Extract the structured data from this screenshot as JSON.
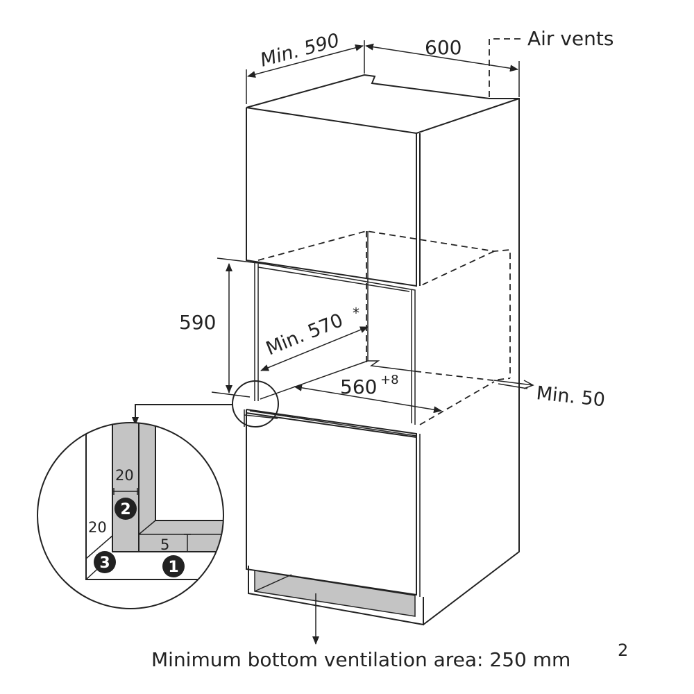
{
  "dimensions": {
    "min_depth": "Min. 590",
    "width": "600",
    "air_vents": "Air vents",
    "niche_height": "590",
    "min_niche_depth": "Min. 570",
    "min_niche_depth_note": "*",
    "niche_width": "560",
    "niche_width_tolerance": "+8",
    "min_gap": "Min. 50"
  },
  "detail": {
    "dim_a": "20",
    "dim_b": "20",
    "dim_c": "5",
    "marker_1": "1",
    "marker_2": "2",
    "marker_3": "3"
  },
  "footer": {
    "ventilation_text": "Minimum bottom ventilation area: 250 mm",
    "ventilation_exp": "2"
  },
  "colors": {
    "line": "#222222",
    "fill_gray": "#c4c4c4"
  }
}
